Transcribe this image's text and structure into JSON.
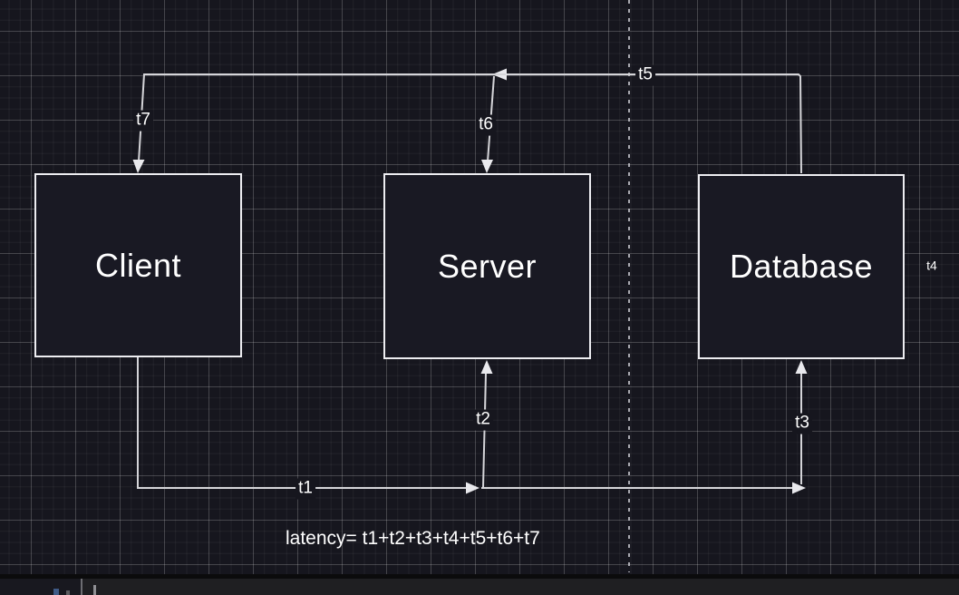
{
  "canvas": {
    "background_color": "#16161e",
    "grid_major_color": "#3c3c46",
    "grid_minor_color": "#222229",
    "stroke_color": "#d5d5d9",
    "node_fill_color": "#191923",
    "node_border_color": "#ededf1",
    "text_color": "#ffffff"
  },
  "diagram": {
    "nodes": [
      {
        "id": "client",
        "label": "Client"
      },
      {
        "id": "server",
        "label": "Server"
      },
      {
        "id": "database",
        "label": "Database"
      }
    ],
    "edge_labels": {
      "t1": "t1",
      "t2": "t2",
      "t3": "t3",
      "t4": "t4",
      "t5": "t5",
      "t6": "t6",
      "t7": "t7"
    },
    "formula": "latency= t1+t2+t3+t4+t5+t6+t7"
  }
}
